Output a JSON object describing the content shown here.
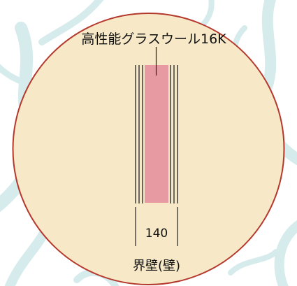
{
  "insulation": {
    "label": "高性能グラスウール16K"
  },
  "dimension": {
    "value": "140"
  },
  "caption": {
    "text": "界壁(壁)"
  },
  "colors": {
    "background": "#ffffff",
    "tree_pattern": "#d6ebec",
    "circle_fill": "#f7e9c7",
    "circle_border": "#b5382d",
    "insulation_fill": "#e89aa3",
    "board_line": "#222222"
  }
}
